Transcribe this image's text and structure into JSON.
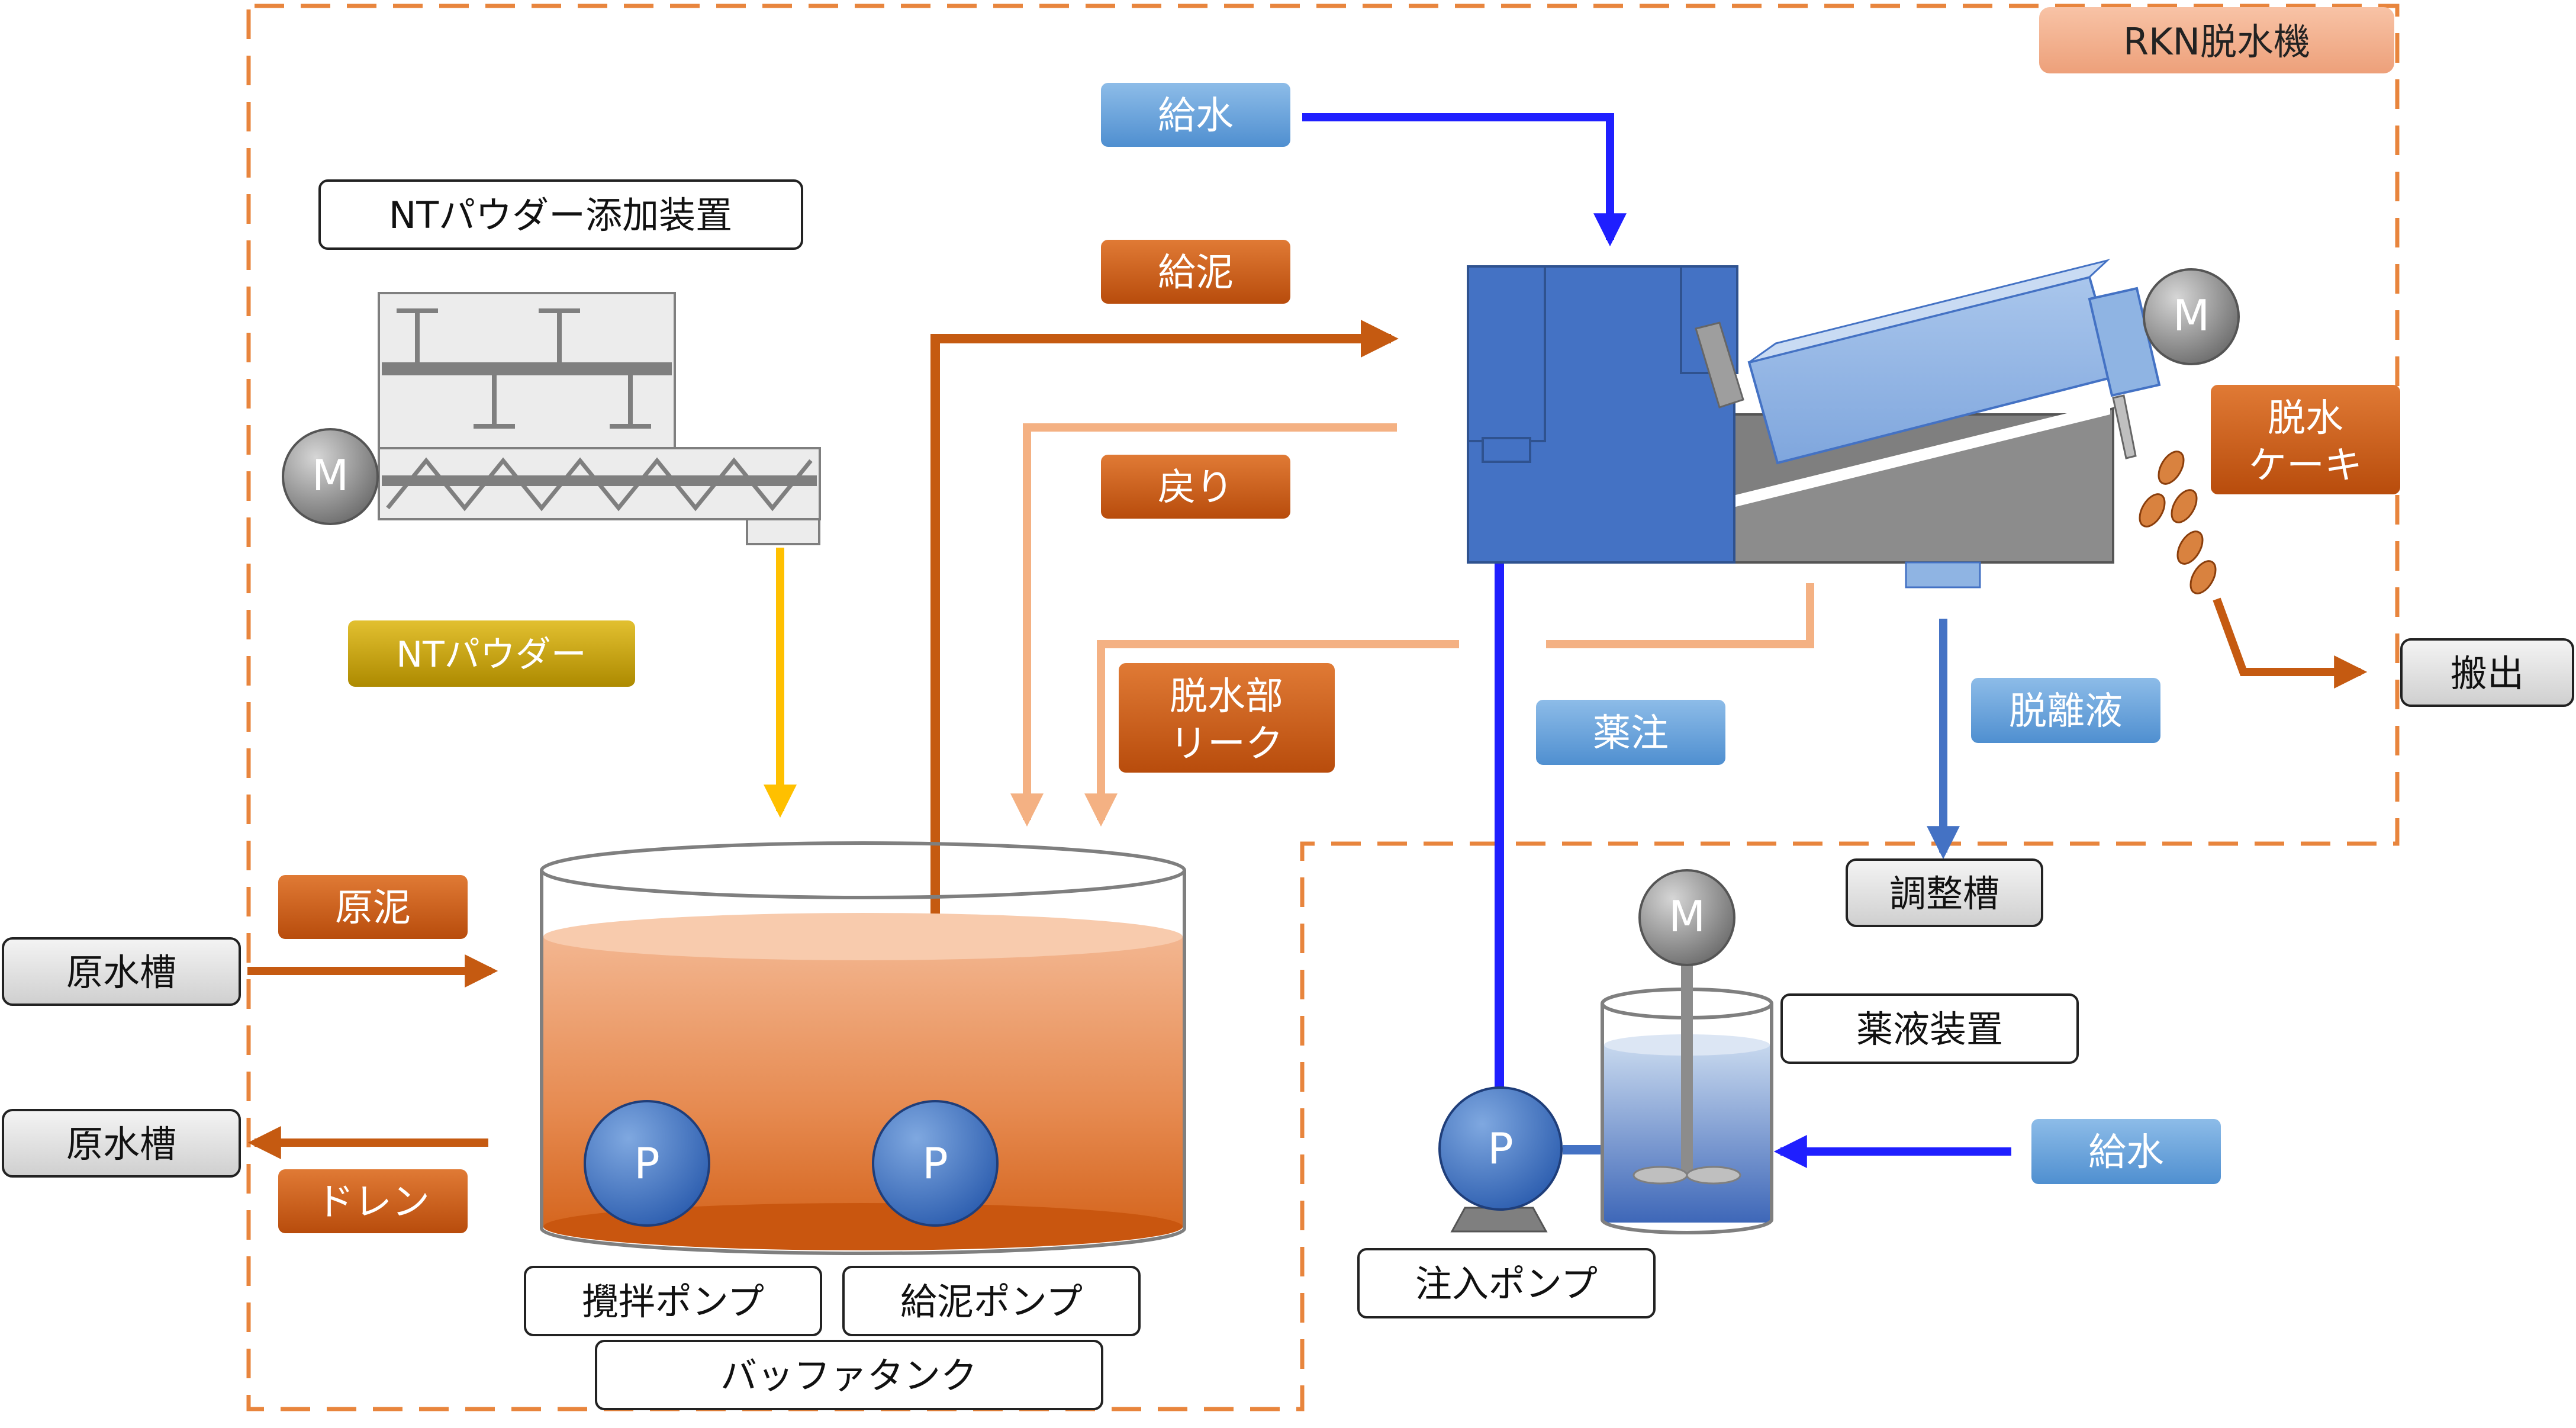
{
  "regions": {
    "rkn_label": "RKN脱水機"
  },
  "labels": {
    "water_supply_top": "給水",
    "sludge_feed": "給泥",
    "return": "戻り",
    "dewatering_leak_line1": "脱水部",
    "dewatering_leak_line2": "リーク",
    "nt_powder_device": "NTパウダー添加装置",
    "nt_powder": "NTパウダー",
    "dewatered_cake_line1": "脱水",
    "dewatered_cake_line2": "ケーキ",
    "discharge": "搬出",
    "chemical_injection": "薬注",
    "filtrate": "脱離液",
    "adjustment_tank": "調整槽",
    "raw_sludge": "原泥",
    "raw_water_tank_in": "原水槽",
    "raw_water_tank_out": "原水槽",
    "drain": "ドレン",
    "chemical_device": "薬液装置",
    "water_supply_right": "給水",
    "injection_pump": "注入ポンプ",
    "agitator_pump": "攪拌ポンプ",
    "sludge_pump": "給泥ポンプ",
    "buffer_tank": "バッファタンク"
  },
  "symbols": {
    "motor": "M",
    "pump": "P"
  },
  "colors": {
    "region_border": "#E8853D",
    "orange_label": "#C9560F",
    "blue_label": "#5B9BD5",
    "sludge_line": "#C55A11",
    "return_line": "#F4B183",
    "water_line": "#1F1FFF",
    "filtrate_line": "#4472C4",
    "powder_line": "#FFC000",
    "machine_blue": "#4472C4",
    "machine_light_blue": "#8FB4E3"
  }
}
